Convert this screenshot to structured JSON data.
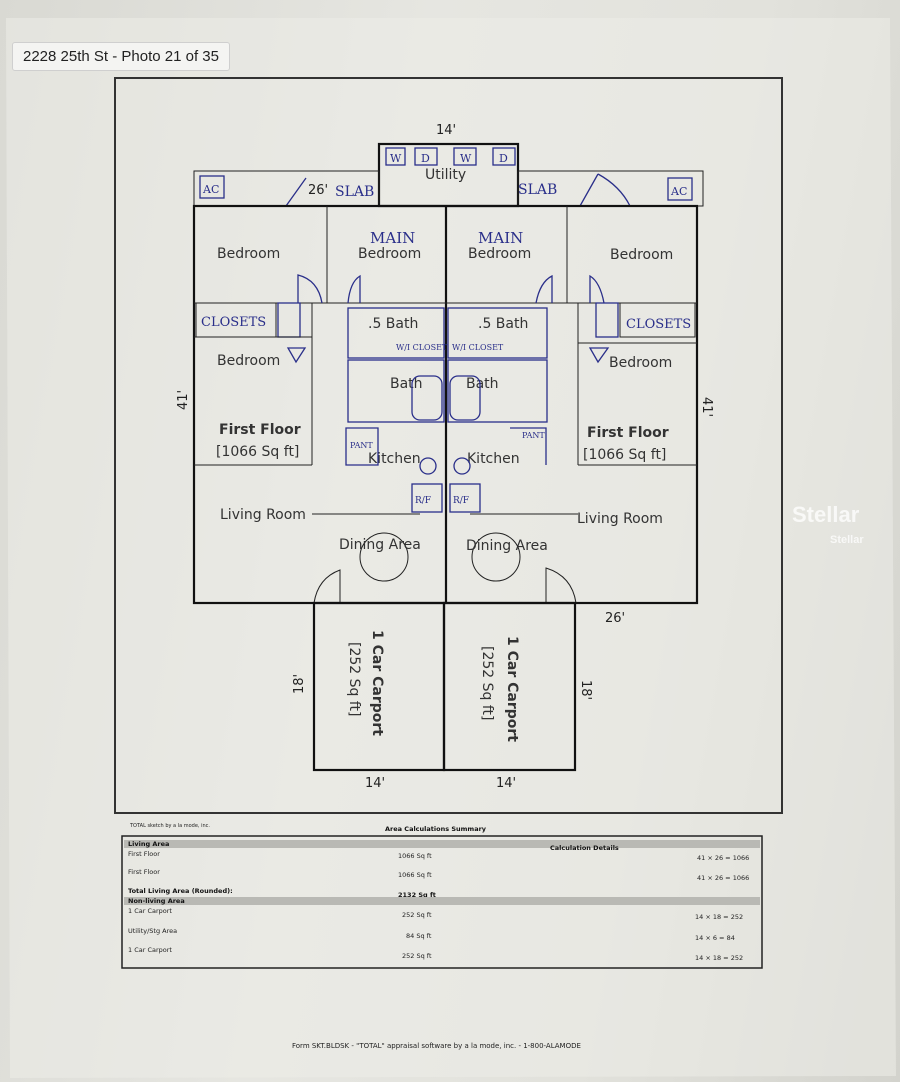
{
  "caption": "2228 25th St - Photo 21 of 35",
  "watermark": {
    "main": "Stellar",
    "sub": "Stellar"
  },
  "plan": {
    "dims": {
      "top": "14'",
      "slab_left": "26'",
      "left": "41'",
      "right": "41'",
      "bottom_right": "26'",
      "carport_left": "18'",
      "carport_right": "18'",
      "carport_bottom_left": "14'",
      "carport_bottom_right": "14'"
    },
    "utility": "Utility",
    "slab": "SLAB",
    "ac": "AC",
    "w": "W",
    "d": "D",
    "bedroom": "Bedroom",
    "main": "MAIN",
    "closets": "CLOSETS",
    "half_bath": ".5 Bath",
    "wi_closet": "W/I CLOSET",
    "bath": "Bath",
    "first_floor": "First Floor",
    "area": "[1066 Sq ft]",
    "kitchen": "Kitchen",
    "pantry": "PANT",
    "rf": "R/F",
    "living_room": "Living Room",
    "dining_area": "Dining Area",
    "carport": "1 Car Carport",
    "carport_area": "[252 Sq ft]"
  },
  "summary": {
    "credit": "TOTAL sketch by a la mode, inc.",
    "title": "Area Calculations Summary",
    "living_area": "Living Area",
    "calc_details": "Calculation Details",
    "rows_living": [
      {
        "label": "First Floor",
        "area": "1066 Sq ft",
        "calc": "41 × 26 = 1066"
      },
      {
        "label": "First Floor",
        "area": "1066 Sq ft",
        "calc": "41 × 26 = 1066"
      }
    ],
    "total_label": "Total Living Area (Rounded):",
    "total_value": "2132 Sq ft",
    "non_living": "Non-living Area",
    "rows_non": [
      {
        "label": "1 Car Carport",
        "area": "252 Sq ft",
        "calc": "14 × 18 = 252"
      },
      {
        "label": "Utility/Stg Area",
        "area": "84 Sq ft",
        "calc": "14 × 6 = 84"
      },
      {
        "label": "1 Car Carport",
        "area": "252 Sq ft",
        "calc": "14 × 18 = 252"
      }
    ]
  },
  "footer": "Form SKT.BLDSK - \"TOTAL\" appraisal software by a la mode, inc. - 1-800-ALAMODE"
}
